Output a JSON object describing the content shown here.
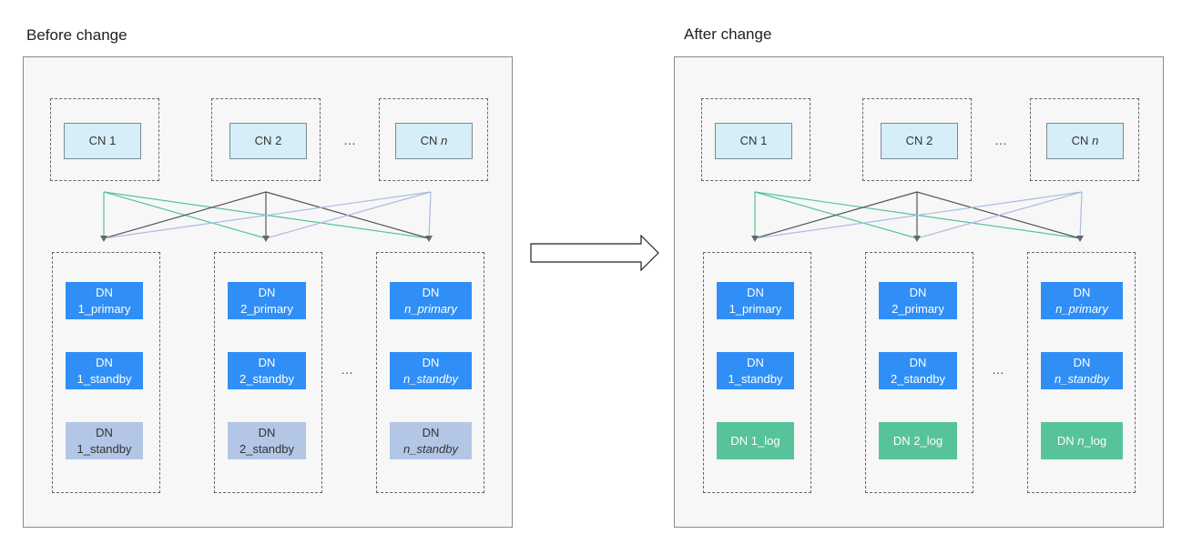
{
  "left": {
    "title": "Before change",
    "cns": [
      {
        "label": "CN",
        "num": "1",
        "italic": false
      },
      {
        "label": "CN",
        "num": "2",
        "italic": false
      },
      {
        "label": "CN",
        "num": "n",
        "italic": true
      }
    ],
    "ellipsis": "…",
    "columns": [
      {
        "primary": "1_primary",
        "standby": "1_standby",
        "third": "1_standby",
        "italic": false
      },
      {
        "primary": "2_primary",
        "standby": "2_standby",
        "third": "2_standby",
        "italic": false
      },
      {
        "primary": "n_primary",
        "standby": "n_standby",
        "third": "n_standby",
        "italic": true
      }
    ]
  },
  "right": {
    "title": "After change",
    "cns": [
      {
        "label": "CN",
        "num": "1",
        "italic": false
      },
      {
        "label": "CN",
        "num": "2",
        "italic": false
      },
      {
        "label": "CN",
        "num": "n",
        "italic": true
      }
    ],
    "ellipsis": "…",
    "columns": [
      {
        "primary": "1_primary",
        "standby": "1_standby",
        "log": "DN 1_log",
        "italic": false
      },
      {
        "primary": "2_primary",
        "standby": "2_standby",
        "log": "DN 2_log",
        "italic": false
      },
      {
        "primary": "n_primary",
        "standby": "n_standby",
        "log": "DN n_log",
        "italic": true
      }
    ]
  },
  "dn_label": "DN",
  "colors": {
    "primary": "#2f8ff6",
    "standby_old": "#b3c6e6",
    "log": "#57c39a",
    "cn_fill": "#d6eef7",
    "line_green": "#57c39a",
    "line_gray": "#555555",
    "line_blue": "#a9bde0"
  }
}
